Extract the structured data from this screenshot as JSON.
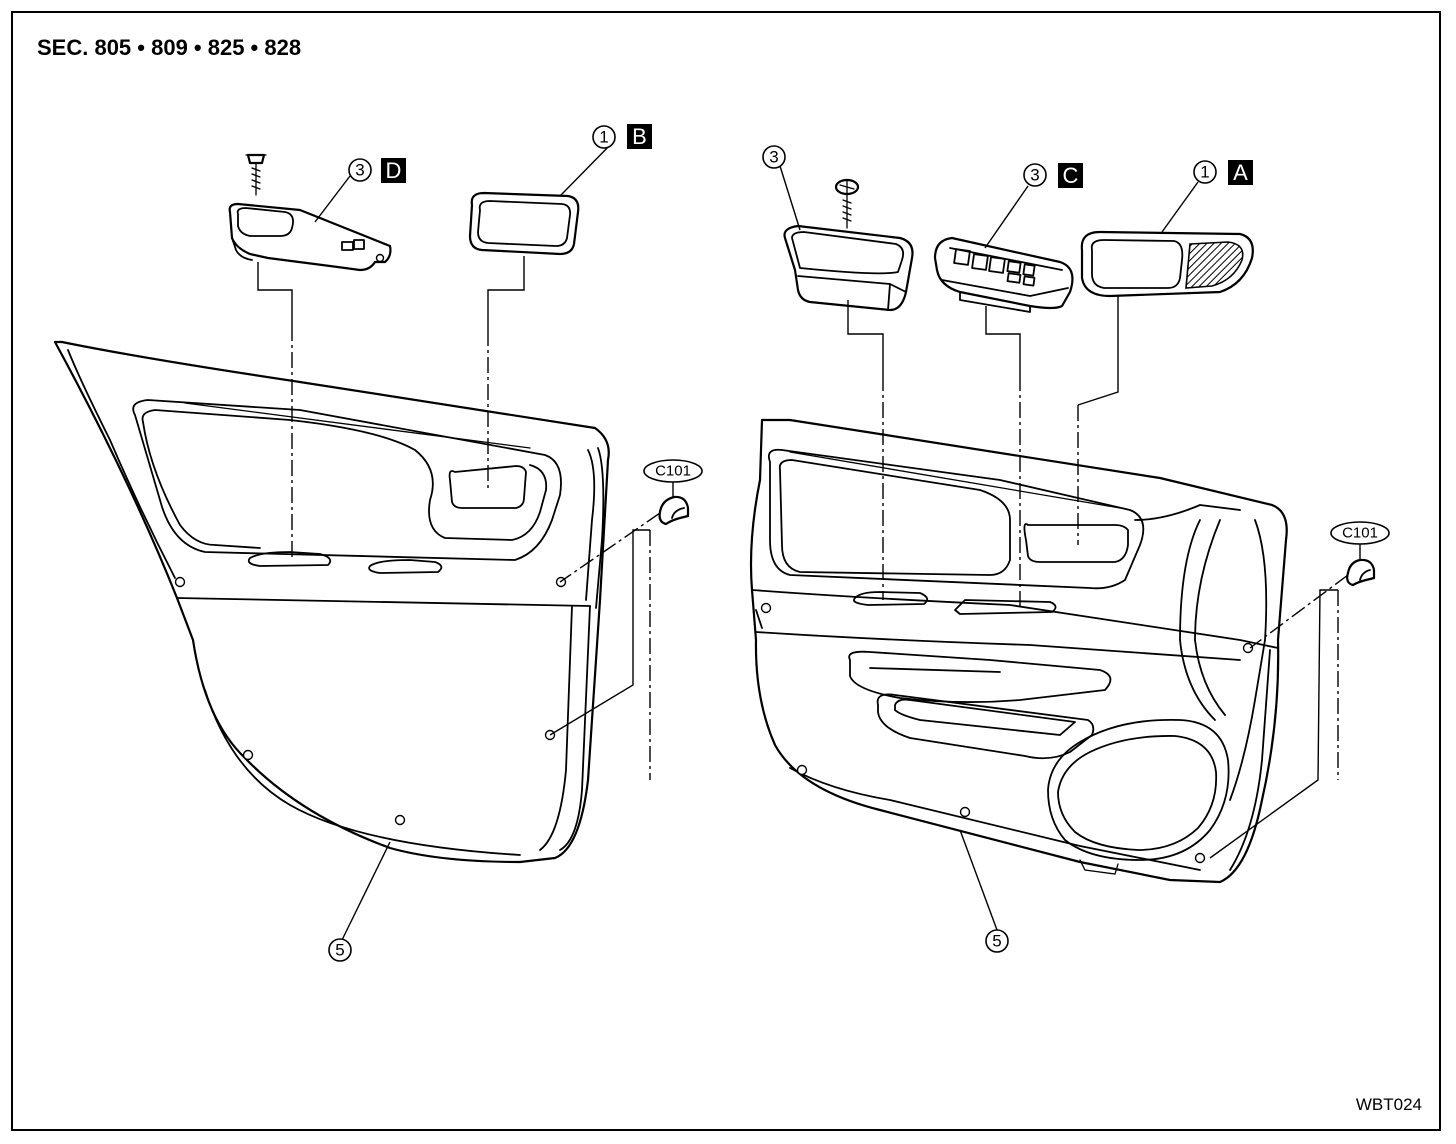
{
  "header": {
    "section": "SEC. 805 • 809 • 825 • 828"
  },
  "footer": {
    "figure_code": "WBT024"
  },
  "callouts": {
    "left": {
      "window_switch_num": "3",
      "window_switch_ref": "D",
      "handle_escutcheon_num": "1",
      "handle_escutcheon_ref": "B",
      "clip": "C101",
      "door_trim_num": "5"
    },
    "right": {
      "pull_cup_num": "3",
      "power_window_switch_num": "3",
      "power_window_switch_ref": "C",
      "handle_escutcheon_num": "1",
      "handle_escutcheon_ref": "A",
      "clip": "C101",
      "door_trim_num": "5"
    }
  }
}
